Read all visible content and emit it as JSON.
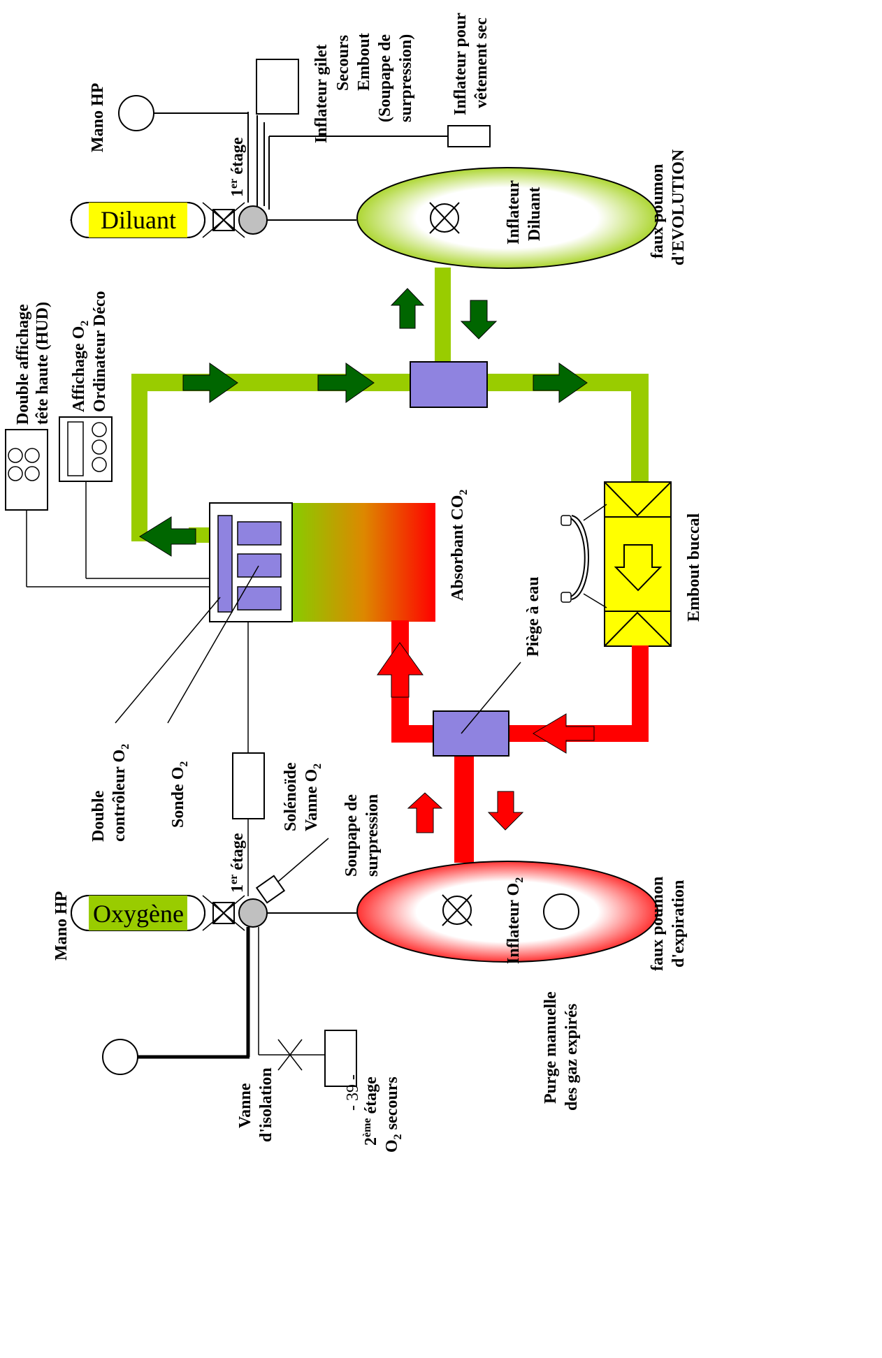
{
  "labels": {
    "diluant_tank": "Diluant",
    "oxygen_tank": "Oxygène",
    "mano_hp_top": "Mano HP",
    "mano_hp_bottom": "Mano HP",
    "first_stage_top": "1",
    "first_stage_top_sup": "er",
    "first_stage_top_rest": " étage",
    "first_stage_bottom": "1",
    "first_stage_bottom_sup": "er",
    "first_stage_bottom_rest": " étage",
    "bcd_line1": "Inflateur gilet",
    "bcd_line2": "Secours",
    "bcd_line3": "Embout",
    "bcd_line4": "(Soupape de",
    "bcd_line5": "surpression)",
    "drysuit_line1": "Inflateur pour",
    "drysuit_line2": "vêtement sec",
    "diluent_inflator_line1": "Inflateur",
    "diluent_inflator_line2": "Diluant",
    "counterlung_top_line1": "faux poumon",
    "counterlung_top_line2": "d'EVOLUTION",
    "hud_line1": "Double affichage",
    "hud_line2": "tête haute (HUD)",
    "o2_display_line1": "Affichage O",
    "o2_display_line1_sub": "2",
    "o2_display_line2": "Ordinateur Déco",
    "absorbant": "Absorbant CO",
    "absorbant_sub": "2",
    "embout": "Embout buccal",
    "water_trap": "Piège à eau",
    "dual_ctrl_line1": "Double",
    "dual_ctrl_line2": "contrôleur O",
    "dual_ctrl_sub": "2",
    "sensor": "Sonde O",
    "sensor_sub": "2",
    "solenoid_line1": "Solénoïde",
    "solenoid_line2": "Vanne O",
    "solenoid_sub": "2",
    "relief_line1": "Soupape de",
    "relief_line2": "surpression",
    "o2_inflator": "Inflateur O",
    "o2_inflator_sub": "2",
    "counterlung_bottom_line1": "faux poumon",
    "counterlung_bottom_line2": "d'expiration",
    "purge_line1": "Purge manuelle",
    "purge_line2": "des gaz expirés",
    "isolation_line1": "Vanne",
    "isolation_line2": "d'isolation",
    "second_stage_line1": "2",
    "second_stage_line1_sup": "ème",
    "second_stage_line1_rest": " étage",
    "second_stage_line2": "O",
    "second_stage_line2_sub": "2",
    "second_stage_line2_rest": " secours",
    "page_number": "- 39 -"
  },
  "colors": {
    "inhale_loop": "#99cc00",
    "inhale_arrow": "#006600",
    "exhale_loop": "#ff0000",
    "device": "#8f83e0",
    "yellow": "#ffff00",
    "oxygen_tank": "#99cc00"
  }
}
